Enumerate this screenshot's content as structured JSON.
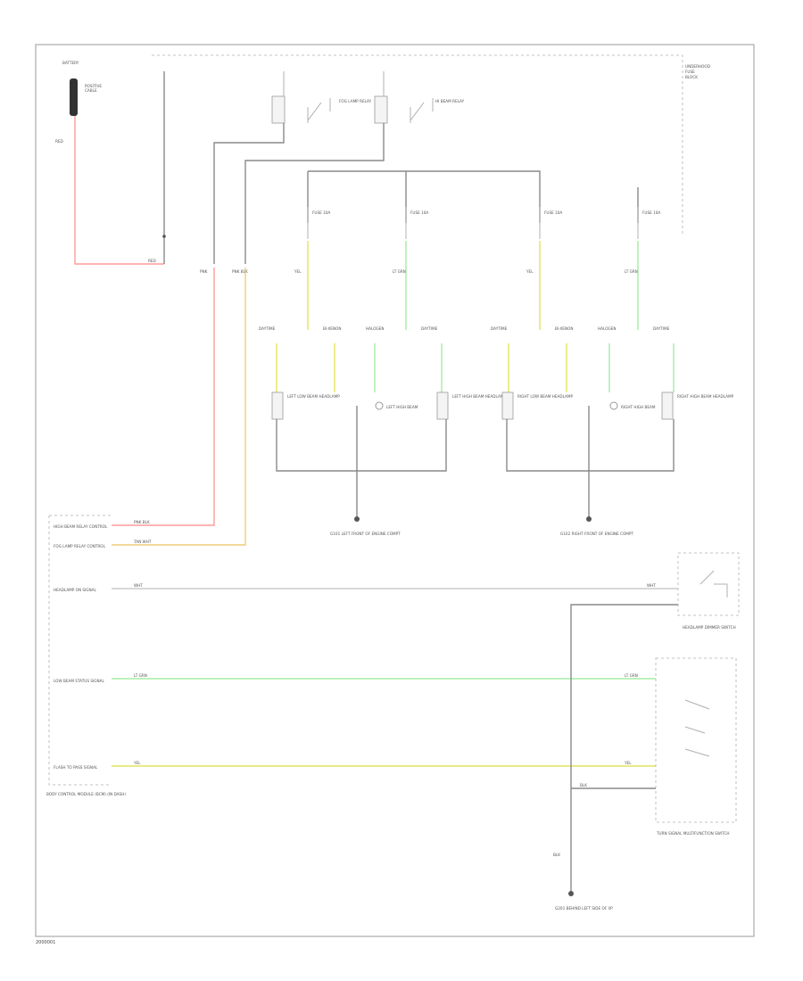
{
  "diagram": {
    "fig_id": "2000001",
    "battery": {
      "label": "BATTERY",
      "wire": "RED",
      "wire_splice": "RED"
    },
    "relays": [
      {
        "id": "r1",
        "label": "FOG LAMP RELAY"
      },
      {
        "id": "r2",
        "label": "HI BEAM RELAY"
      }
    ],
    "fuses": [
      {
        "id": "f1",
        "label": "FUSE 10A"
      },
      {
        "id": "f2",
        "label": "FUSE 10A"
      },
      {
        "id": "f3",
        "label": "FUSE 10A"
      },
      {
        "id": "f4",
        "label": "FUSE 10A"
      }
    ],
    "upper_wire_labels": [
      {
        "id": "u1",
        "text": "PNK"
      },
      {
        "id": "u2",
        "text": "PNK BLK"
      },
      {
        "id": "u3",
        "text": "YEL"
      },
      {
        "id": "u4",
        "text": "LT GRN"
      },
      {
        "id": "u5",
        "text": "YEL"
      },
      {
        "id": "u6",
        "text": "LT GRN"
      }
    ],
    "group_labels": [
      {
        "id": "g1",
        "text": "DAYTIME"
      },
      {
        "id": "g2",
        "text": "BI-XENON"
      },
      {
        "id": "g3",
        "text": "HALOGEN"
      },
      {
        "id": "g4",
        "text": "DAYTIME"
      },
      {
        "id": "g5",
        "text": "DAYTIME"
      },
      {
        "id": "g6",
        "text": "BI-XENON"
      },
      {
        "id": "g7",
        "text": "HALOGEN"
      },
      {
        "id": "g8",
        "text": "DAYTIME"
      }
    ],
    "lamps": [
      {
        "id": "l1",
        "label": "LEFT LOW BEAM HEADLAMP"
      },
      {
        "id": "l2",
        "label": "LEFT HIGH BEAM"
      },
      {
        "id": "l3",
        "label": "LEFT HIGH BEAM HEADLAMP"
      },
      {
        "id": "l4",
        "label": "RIGHT LOW BEAM HEADLAMP"
      },
      {
        "id": "l5",
        "label": "RIGHT HIGH BEAM"
      },
      {
        "id": "l6",
        "label": "RIGHT HIGH BEAM HEADLAMP"
      }
    ],
    "grounds": [
      {
        "id": "gr1",
        "label": "G101 LEFT FRONT OF ENGINE COMPT"
      },
      {
        "id": "gr2",
        "label": "G102 RIGHT FRONT OF ENGINE COMPT"
      },
      {
        "id": "gr3",
        "label": "G201 BEHIND LEFT SIDE OF I/P"
      }
    ],
    "bcm": {
      "label": "BODY CONTROL MODULE (BCM) (IN DASH)",
      "pins": [
        {
          "id": "p1",
          "name": "HIGH BEAM RELAY CONTROL",
          "wire": "PNK BLK"
        },
        {
          "id": "p2",
          "name": "FOG LAMP RELAY CONTROL",
          "wire": "TAN WHT"
        },
        {
          "id": "p3",
          "name": "HEADLAMP ON SIGNAL",
          "wire": "WHT"
        },
        {
          "id": "p4",
          "name": "LOW BEAM STATUS SIGNAL",
          "wire": "LT GRN"
        },
        {
          "id": "p5",
          "name": "FLASH TO PASS SIGNAL",
          "wire": "YEL"
        }
      ]
    },
    "switches": [
      {
        "id": "s1",
        "label": "HEADLAMP DIMMER SWITCH",
        "wire": "WHT"
      },
      {
        "id": "s2",
        "label": "TURN SIGNAL MULTIFUNCTION SWITCH",
        "wires": [
          "LT GRN",
          "YEL",
          "BLK"
        ]
      }
    ],
    "ground_wire": "BLK"
  }
}
